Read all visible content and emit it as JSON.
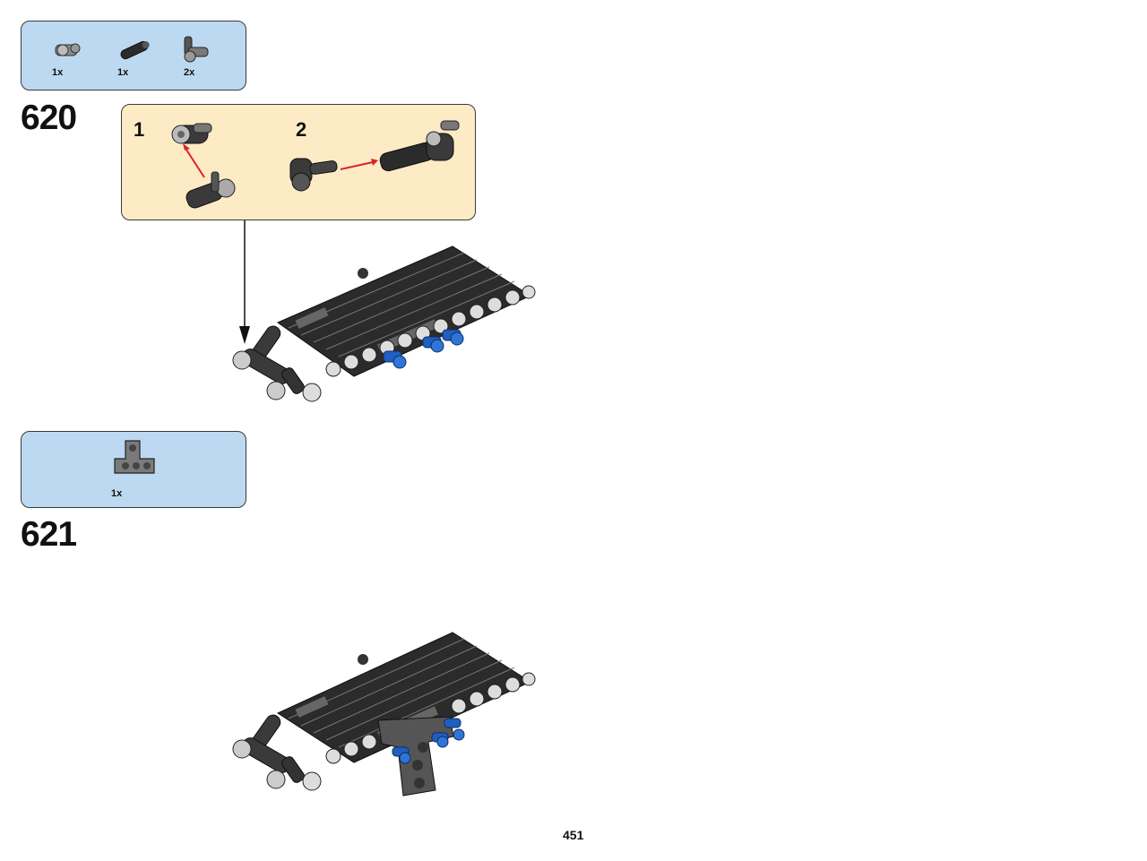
{
  "page": {
    "number": "451"
  },
  "steps": [
    {
      "number": "620",
      "parts": [
        {
          "qty": "1x",
          "icon": "axle-pin-connector-icon"
        },
        {
          "qty": "1x",
          "icon": "axle-beam-icon"
        },
        {
          "qty": "2x",
          "icon": "technic-pin-icon"
        }
      ],
      "substeps": [
        {
          "number": "1"
        },
        {
          "number": "2"
        }
      ]
    },
    {
      "number": "621",
      "parts": [
        {
          "qty": "1x",
          "icon": "t-beam-icon"
        }
      ]
    }
  ],
  "colors": {
    "parts_box": "#bcd9f1",
    "substep_box": "#fdebc6",
    "beam_dark": "#2b2b2b",
    "pin_blue": "#1f5fbf",
    "arrow_red": "#d8232a"
  }
}
